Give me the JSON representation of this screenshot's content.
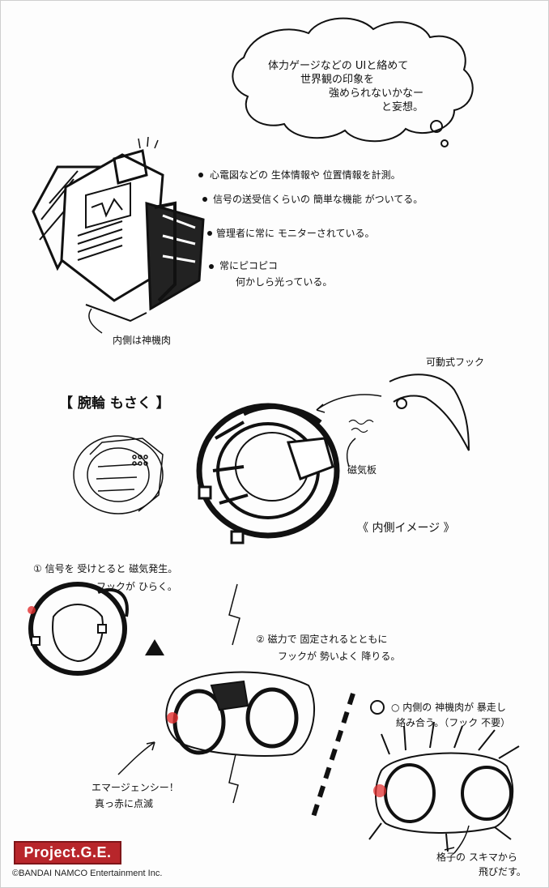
{
  "thought_bubble": {
    "line1": "体力ゲージなどの UIと絡めて",
    "line2": "世界観の印象を",
    "line3": "強められないかなー",
    "line4": "と妄想。"
  },
  "features": [
    "心電図などの 生体情報や 位置情報を計測。",
    "信号の送受信くらいの 簡単な機能 がついてる。",
    "管理者に常に モニターされている。",
    "常にピコピコ",
    "何かしら光っている。"
  ],
  "inner_note": "内側は神機肉",
  "bracelet_title": "【 腕輪 もさく 】",
  "hook_label": "可動式フック",
  "magnet_label": "磁気板",
  "inner_image_label": "《 内側イメージ 》",
  "step1": {
    "line1": "① 信号を 受けとると 磁気発生。",
    "line2": "フックが ひらく。"
  },
  "step2": {
    "line1": "② 磁力で 固定されるとともに",
    "line2": "フックが 勢いよく 降りる。"
  },
  "step3": {
    "line1": "○ 内側の 神機肉が 暴走し",
    "line2": "絡み合う。（フック 不要）"
  },
  "emergency": {
    "line1": "エマージェンシー！",
    "line2": "真っ赤に点滅"
  },
  "gap_note": {
    "line1": "格子の スキマから",
    "line2": "飛びだす。"
  },
  "logo_text": "Project.G.E.",
  "copyright": "©BANDAI NAMCO Entertainment Inc.",
  "colors": {
    "ink": "#111111",
    "emergency_red": "#e23030",
    "logo_red": "#b8262b"
  }
}
